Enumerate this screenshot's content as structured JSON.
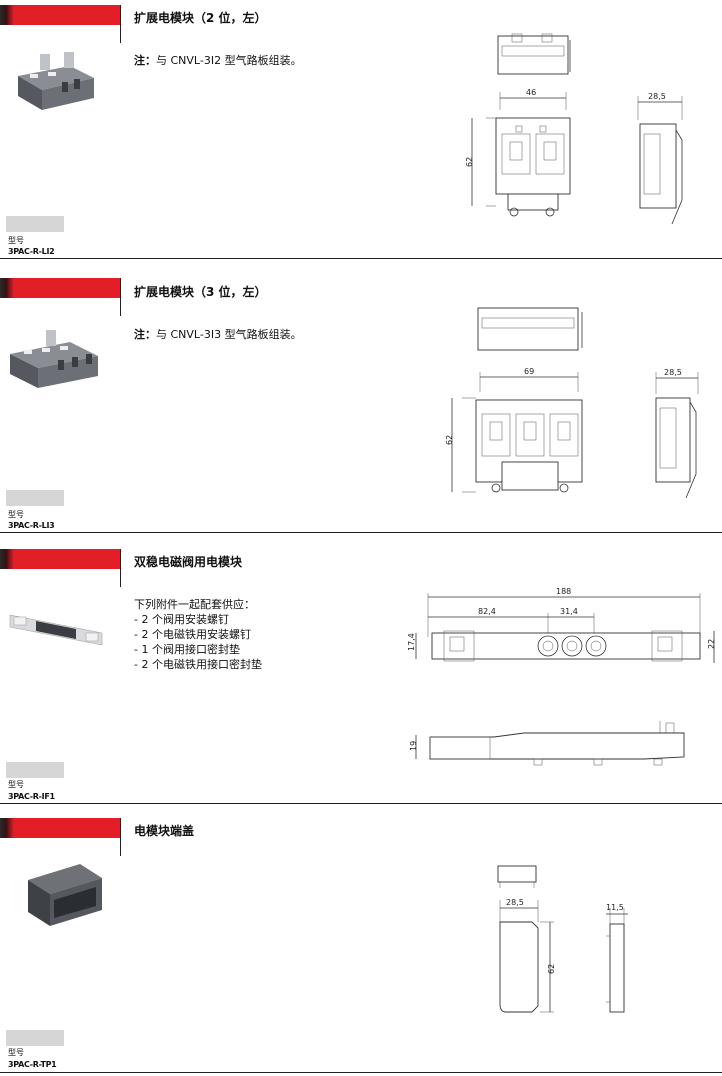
{
  "sections": [
    {
      "title": "扩展电模块（2 位，左）",
      "note_label": "注：",
      "note_text": "与 CNVL-3I2 型气路板组装。",
      "model_label": "型号",
      "model": "3PAC-R-LI2",
      "dims": {
        "width": "46",
        "height": "62",
        "side": "28,5"
      }
    },
    {
      "title": "扩展电模块（3 位，左）",
      "note_label": "注：",
      "note_text": "与 CNVL-3I3 型气路板组装。",
      "model_label": "型号",
      "model": "3PAC-R-LI3",
      "dims": {
        "width": "69",
        "height": "62",
        "side": "28,5"
      }
    },
    {
      "title": "双稳电磁阀用电模块",
      "accessories_intro": "下列附件一起配套供应：",
      "accessories": [
        "- 2 个阀用安装螺钉",
        "- 2 个电磁铁用安装螺钉",
        "- 1 个阀用接口密封垫",
        "- 2 个电磁铁用接口密封垫"
      ],
      "model_label": "型号",
      "model": "3PAC-R-IF1",
      "dims": {
        "total": "188",
        "left": "82,4",
        "pitch": "31,4",
        "h1": "17,4",
        "h2": "22",
        "side": "19"
      }
    },
    {
      "title": "电模块端盖",
      "model_label": "型号",
      "model": "3PAC-R-TP1",
      "dims": {
        "width": "28,5",
        "height": "62",
        "side": "11,5"
      }
    }
  ]
}
